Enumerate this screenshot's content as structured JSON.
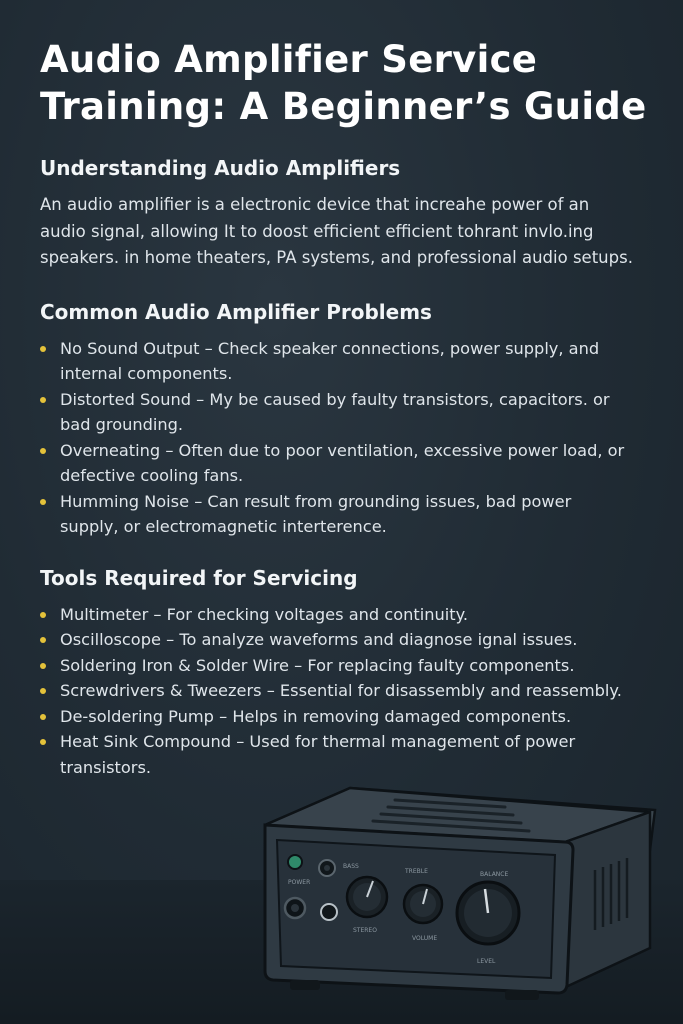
{
  "title": "Audio Amplifier Service Training: A Beginner’s Guide",
  "sections": {
    "understanding": {
      "heading": "Understanding Audio Amplifiers",
      "text": "An audio amplifier is a electronic device that increahe power of an audio signal, allowing It to doost efficient efficient tohrant invlo.ing speakers. in home theaters, PA systems, and professional audio setups."
    },
    "problems": {
      "heading": "Common Audio Amplifier Problems",
      "items": [
        "No Sound Output –  Check speaker connections, power supply, and internal components.",
        "Distorted Sound – My be caused by faulty transistors, capacitors. or bad grounding.",
        "Overneating – Often due to poor ventilation, excessive power load, or defective cooling fans.",
        "Humming Noise – Can result from grounding issues, bad power supply, or electromagnetic interterence."
      ]
    },
    "tools": {
      "heading": "Tools Required for Servicing",
      "items": [
        "Multimeter – For checking voltages and continuity.",
        "Oscilloscope – To analyze waveforms and diagnose ignal issues.",
        "Soldering Iron & Solder Wire – For replacing faulty components.",
        "Screwdrivers & Tweezers – Essential for disassembly and reassembly.",
        "De-soldering Pump – Helps in removing damaged components.",
        "Heat Sink Compound – Used for thermal management of power transistors."
      ]
    }
  },
  "amplifier_labels": {
    "knob1": "BASS",
    "knob1_bottom": "STEREO",
    "knob2": "TREBLE",
    "knob2_bottom": "VOLUME",
    "knob3": "BALANCE",
    "knob3_bottom": "LEVEL",
    "power": "POWER"
  },
  "colors": {
    "bullet": "#e4c23a",
    "background": "#1f2a33"
  }
}
